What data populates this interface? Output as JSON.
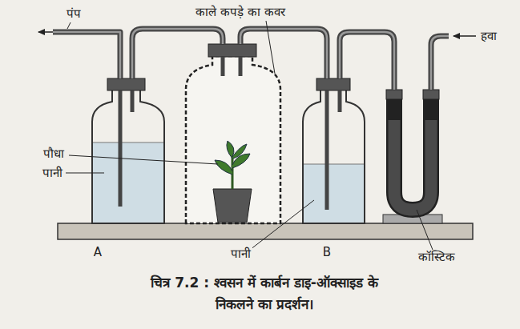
{
  "diagram": {
    "caption": "चित्र 7.2 : श्वसन में कार्बन डाइ-ऑक्साइड के निकलने का प्रदर्शन।",
    "labels": [
      "पंप",
      "काले कपड़े का कवर",
      "हवा",
      "पौधा",
      "पानी",
      "A",
      "पानी",
      "B",
      "कॉस्टिक"
    ]
  }
}
